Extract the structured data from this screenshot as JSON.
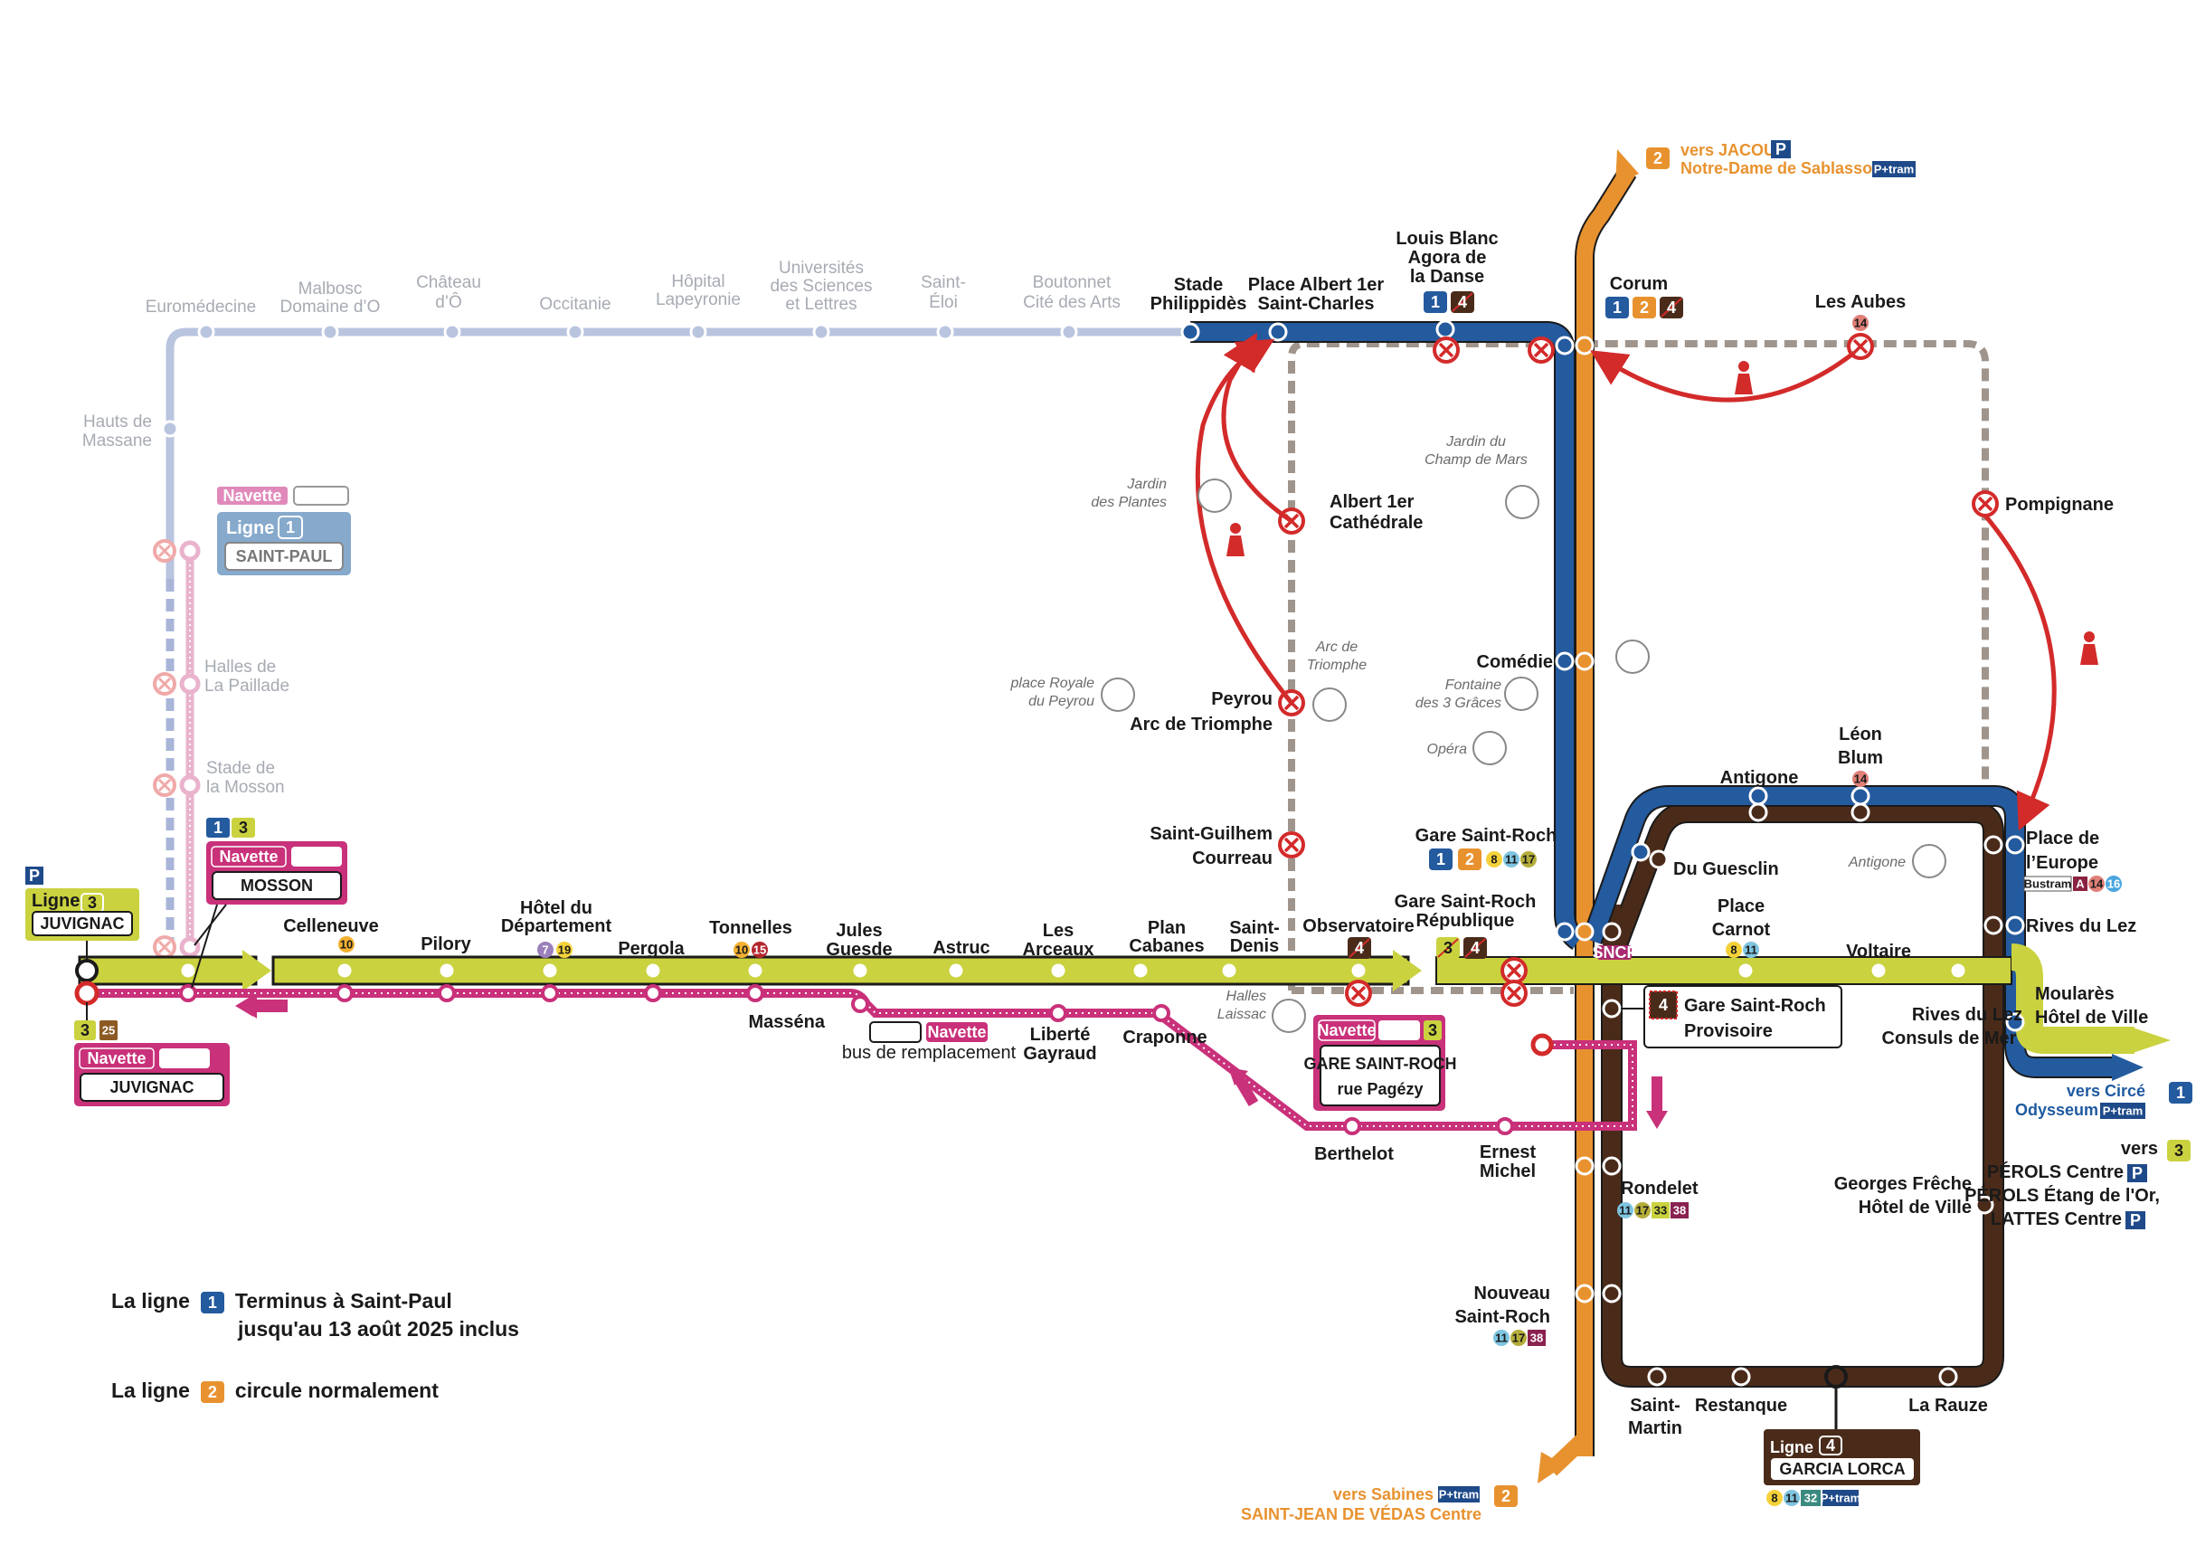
{
  "title": "Plan des travaux tramway Montpellier",
  "colors": {
    "line1": "#245a9e",
    "line2": "#e8922f",
    "line3": "#cad23f",
    "line4": "#4a2b1a",
    "navette": "#c9317a",
    "closed": "#d32a2a",
    "disabled": "#b9c4df",
    "walk_path": "#a0958c"
  },
  "line1_disabled_stations": [
    "Euromédecine",
    "Malbosc Domaine d'O",
    "Château d'Ô",
    "Occitanie",
    "Hôpital Lapeyronie",
    "Universités des Sciences et Lettres",
    "Saint-Éloi",
    "Boutonnet Cité des Arts",
    "Hauts de Massane"
  ],
  "navette_saint_paul": {
    "tag": "Navette",
    "ligne_label": "Ligne",
    "ligne_num": "1",
    "terminus": "SAINT-PAUL",
    "stations": [
      "Halles de La Paillade",
      "Stade de la Mosson"
    ]
  },
  "line1_stations": [
    "Stade Philippidès",
    "Place Albert 1er Saint-Charles",
    "Louis Blanc Agora de la Danse",
    "Corum",
    "Comédie",
    "Gare Saint-Roch",
    "Du Guesclin",
    "Antigone",
    "Léon Blum",
    "Place de l'Europe",
    "Rives du Lez",
    "Moularès Hôtel de Ville"
  ],
  "line3_stations": [
    "Celleneuve",
    "Pilory",
    "Hôtel du Département",
    "Pergola",
    "Tonnelles",
    "Jules Guesde",
    "Astruc",
    "Les Arceaux",
    "Plan Cabanes",
    "Saint-Denis",
    "Observatoire",
    "Gare Saint-Roch République",
    "Place Carnot",
    "Voltaire",
    "Rives du Lez Consuls de Mer"
  ],
  "navette_stations": [
    "Masséna",
    "Liberté Gayraud",
    "Craponne",
    "Berthelot",
    "Ernest Michel"
  ],
  "line4_stations": [
    "Rondelet",
    "Nouveau Saint-Roch",
    "Saint-Martin",
    "Restanque",
    "La Rauze",
    "Georges Frêche Hôtel de Ville"
  ],
  "closed_stations": [
    "Albert 1er Cathédrale",
    "Peyrou Arc de Triomphe",
    "Saint-Guilhem Courreau",
    "Les Aubes",
    "Pompignane"
  ],
  "landmarks": [
    "Jardin des Plantes",
    "Jardin du Champ de Mars",
    "place Royale du Peyrou",
    "Arc de Triomphe",
    "Fontaine des 3 Grâces",
    "Opéra",
    "Antigone",
    "Halles Laissac"
  ],
  "terminals": {
    "juvignac_l3": {
      "ligne_label": "Ligne",
      "num": "3",
      "name": "JUVIGNAC",
      "parking": "P"
    },
    "mosson": {
      "tag": "Navette",
      "name": "MOSSON",
      "lines": [
        "1",
        "3"
      ]
    },
    "juvignac_navette": {
      "tag": "Navette",
      "name": "JUVIGNAC",
      "lines": [
        "3",
        "25"
      ]
    },
    "gare_pagezy": {
      "tag": "Navette",
      "num": "3",
      "name1": "GARE SAINT-ROCH",
      "name2": "rue Pagézy"
    },
    "gare_provisoire": {
      "num": "4",
      "name1": "Gare Saint-Roch",
      "name2": "Provisoire"
    },
    "garcia_lorca": {
      "ligne_label": "Ligne",
      "num": "4",
      "name": "GARCIA LORCA",
      "buses": [
        "8",
        "11",
        "32"
      ],
      "ptram": "P+tram"
    }
  },
  "bus_remplacement": {
    "tag": "Navette",
    "label": "bus de remplacement"
  },
  "directions": {
    "jacou": {
      "num": "2",
      "line1": "vers JACOU",
      "p": "P",
      "line2": "Notre-Dame de Sablassou",
      "ptram": "P+tram"
    },
    "sabines": {
      "num": "2",
      "line1": "vers Sabines",
      "ptram": "P+tram",
      "line2": "SAINT-JEAN DE VÉDAS Centre"
    },
    "circe": {
      "num": "1",
      "line1": "vers Circé",
      "line2": "Odysseum",
      "ptram": "P+tram"
    },
    "perols": {
      "num": "3",
      "vers": "vers",
      "l1": "PÉROLS Centre",
      "l2": "PÉROLS Étang de l'Or,",
      "l3": "LATTES Centre",
      "p": "P"
    }
  },
  "correspondances": {
    "celleneuve": [
      "10"
    ],
    "hotel_dep": [
      "7",
      "19"
    ],
    "tonnelles": [
      "10",
      "15"
    ],
    "gare": [
      "1",
      "2",
      "8",
      "11",
      "17"
    ],
    "louis_blanc": [
      "1",
      "4"
    ],
    "corum": [
      "1",
      "2",
      "4"
    ],
    "les_aubes": [
      "14"
    ],
    "leon_blum": [
      "14"
    ],
    "place_carnot": [
      "8",
      "11"
    ],
    "europe": {
      "bustram": "Bustram",
      "a": "A",
      "buses": [
        "14",
        "16"
      ]
    },
    "rondelet": [
      "11",
      "17",
      "33",
      "38"
    ],
    "nouveau_sr": [
      "11",
      "17",
      "38"
    ],
    "observatoire": [
      "4"
    ],
    "republique": [
      "3",
      "4"
    ]
  },
  "legend": [
    {
      "prefix": "La ligne",
      "num": "1",
      "text1": "Terminus à Saint-Paul",
      "text2": "jusqu'au 13 août 2025 inclus"
    },
    {
      "prefix": "La ligne",
      "num": "2",
      "text1": "circule normalement"
    }
  ],
  "sncf": "SNCF"
}
